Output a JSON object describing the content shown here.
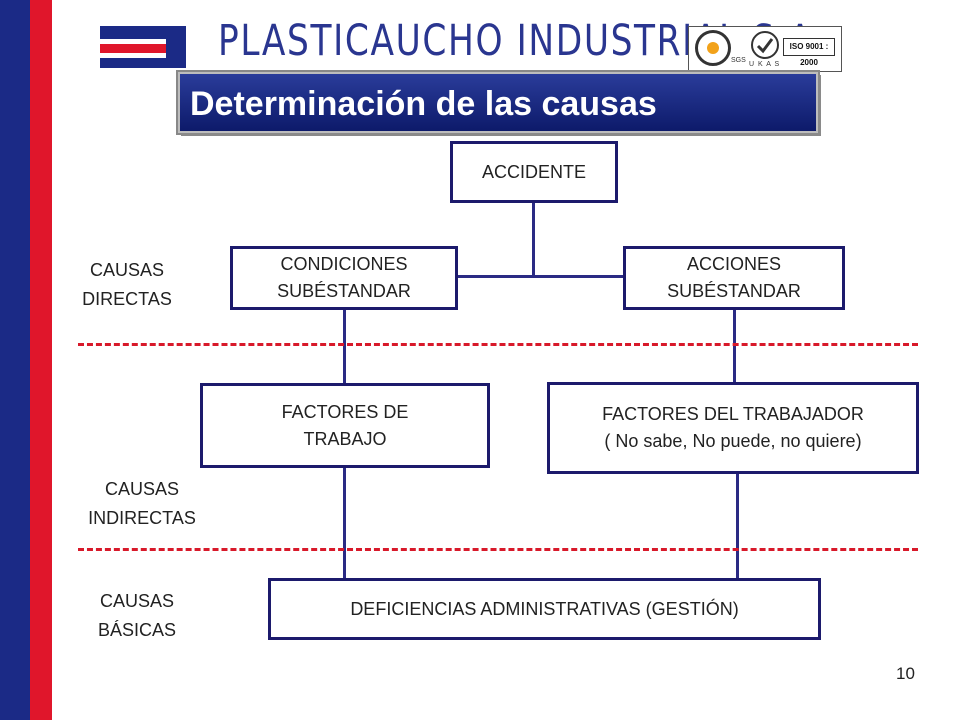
{
  "header": {
    "company_name": "PLASTICAUCHO INDUSTRIAL S.A.",
    "certifications": {
      "sgs": "SGS",
      "ukas": "U K A S",
      "iso": "ISO 9001 : 2000"
    },
    "title": "Determinación de las causas"
  },
  "diagram": {
    "nodes": {
      "accidente": "ACCIDENTE",
      "condiciones": "CONDICIONES\nSUBÉSTANDAR",
      "acciones": "ACCIONES\nSUBÉSTANDAR",
      "factores_trabajo": "FACTORES DE\nTRABAJO",
      "factores_trabajador": "FACTORES DEL TRABAJADOR\n( No sabe, No puede, no quiere)",
      "deficiencias": "DEFICIENCIAS ADMINISTRATIVAS (GESTIÓN)"
    },
    "levels": {
      "directas": "CAUSAS\nDIRECTAS",
      "indirectas": "CAUSAS\nINDIRECTAS",
      "basicas": "CAUSAS\nBÁSICAS"
    }
  },
  "colors": {
    "brand_blue": "#1b2a86",
    "brand_red": "#e0162b",
    "box_border": "#1c1a6c",
    "divider_red": "#d8192a"
  },
  "page_number": "10"
}
